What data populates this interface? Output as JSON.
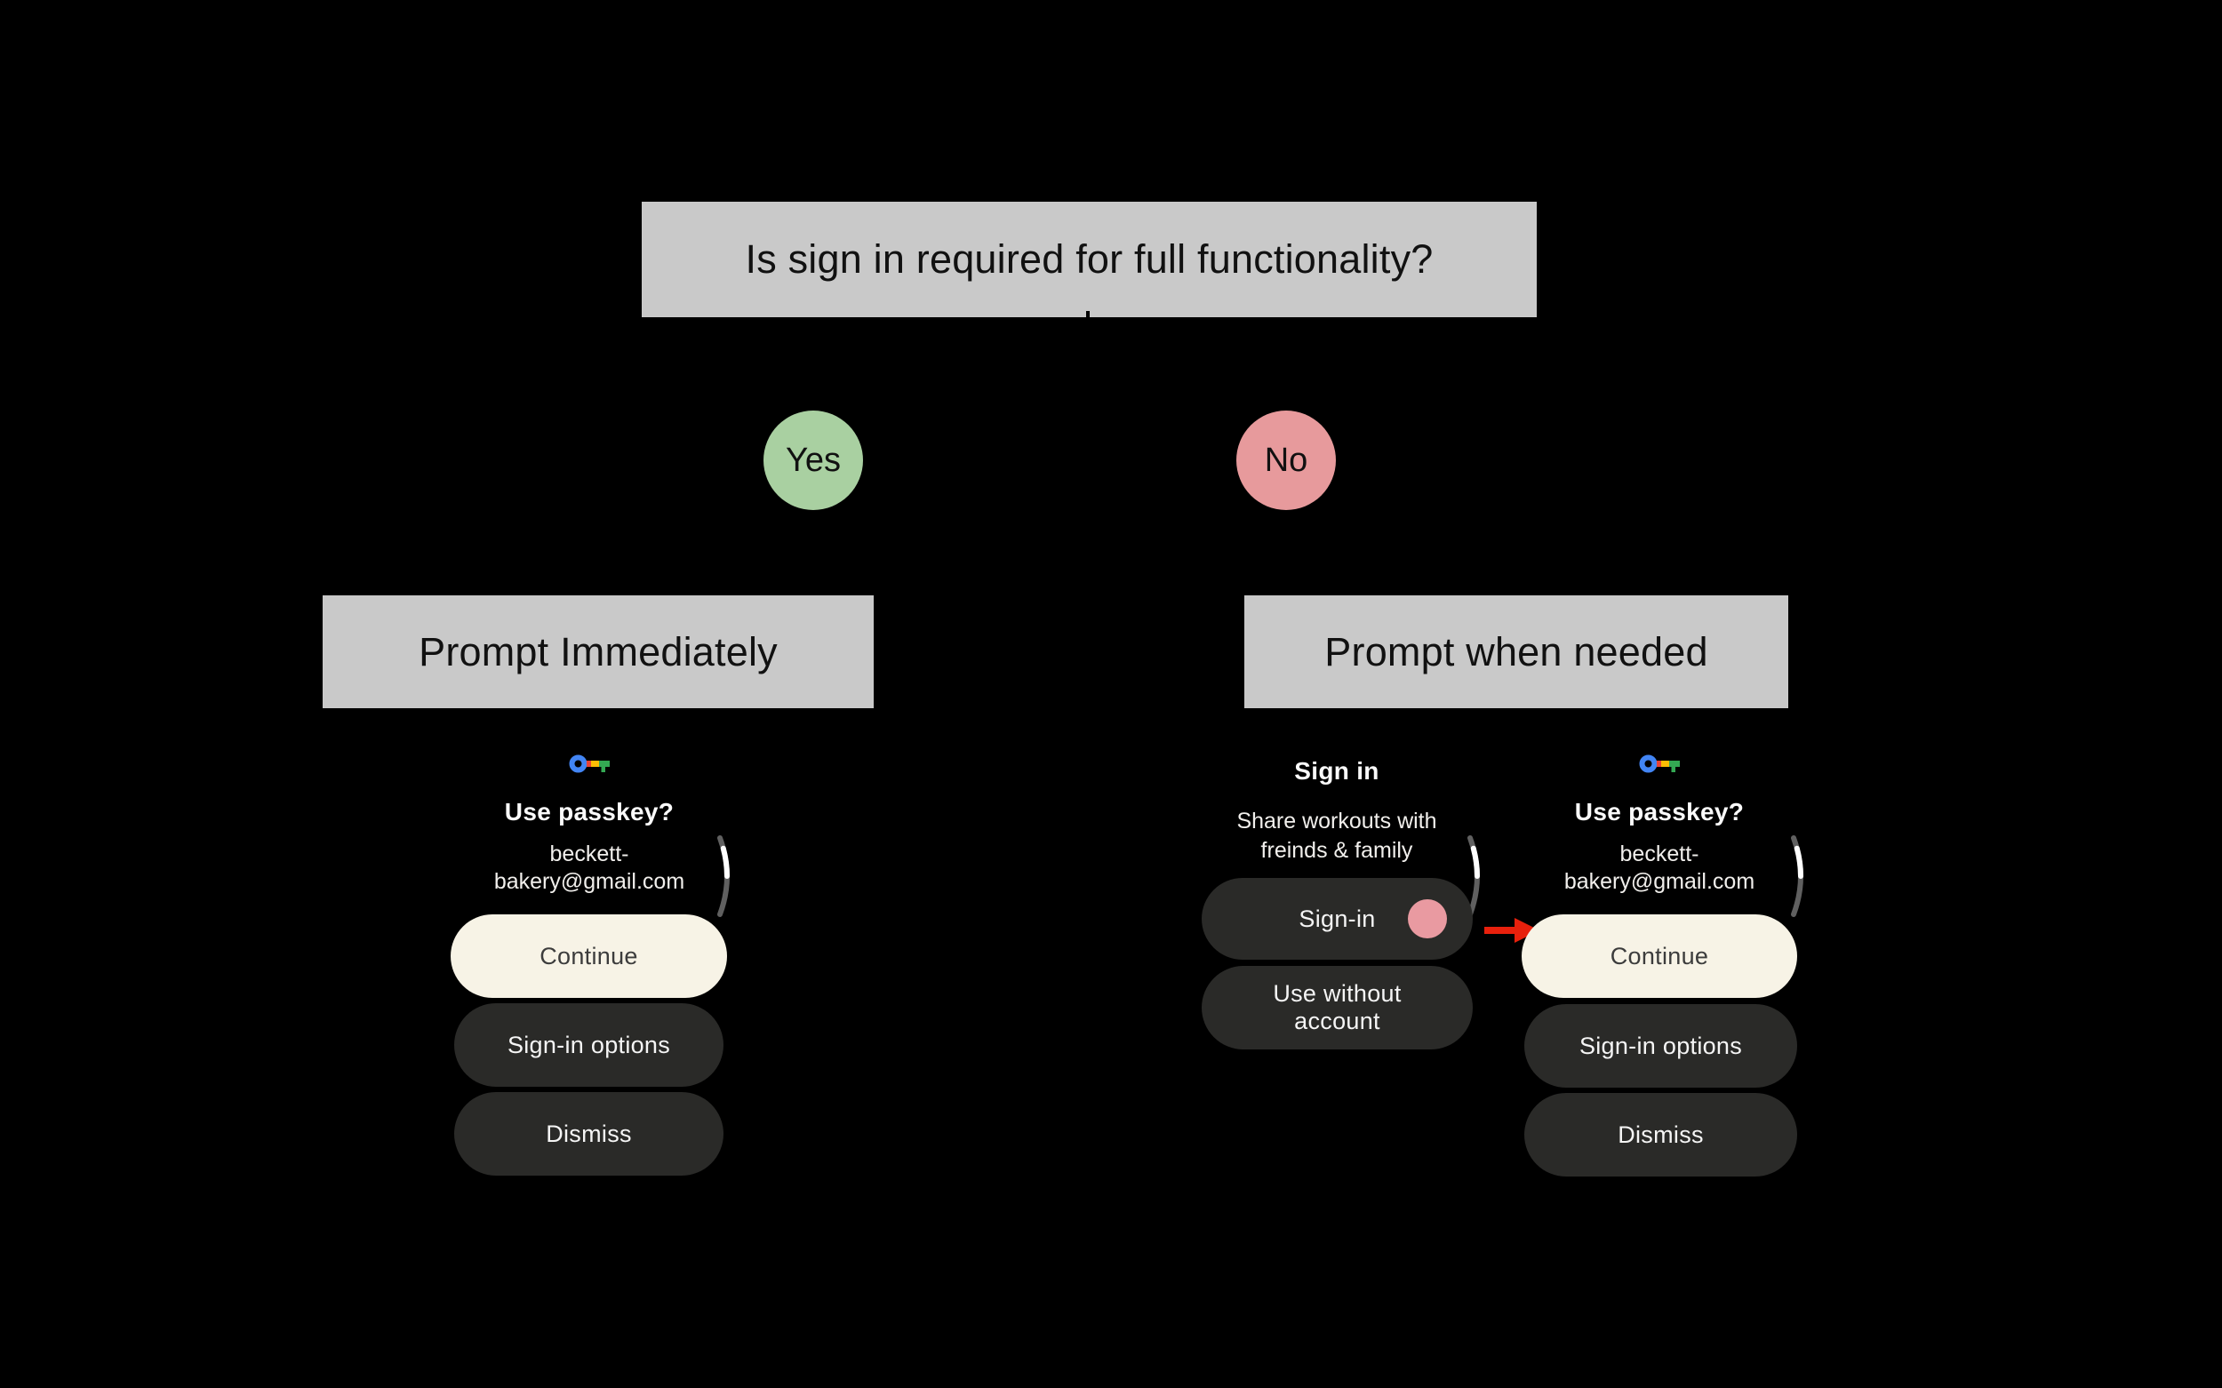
{
  "colors": {
    "background": "#000000",
    "box_gray": "#c9c9c9",
    "box_text": "#111111",
    "yes_green": "#a9d0a1",
    "no_pink": "#e79a9c",
    "tap_pink": "#e99aa1",
    "arrow_red": "#e8200c",
    "continue_bg": "#f7f3e6",
    "continue_text": "#3c3c3c",
    "pill_dark": "#2a2a28",
    "pill_text": "#f5f5f5",
    "watch_text": "#fafafa",
    "watch_subtext": "#f1efec",
    "scroll_track": "#606060",
    "scroll_thumb": "#ffffff",
    "passkey_blue": "#4285f4",
    "passkey_red": "#ea4335",
    "passkey_yellow": "#fbbc04",
    "passkey_green": "#34a853"
  },
  "flowchart": {
    "question": "Is sign in required for full functionality?",
    "yes_label": "Yes",
    "no_label": "No",
    "left_branch_title": "Prompt Immediately",
    "right_branch_title": "Prompt when needed"
  },
  "passkey_screen": {
    "title": "Use passkey?",
    "account_line1": "beckett-",
    "account_line2": "bakery@gmail.com",
    "continue_label": "Continue",
    "signin_options_label": "Sign-in options",
    "dismiss_label": "Dismiss"
  },
  "signin_screen": {
    "title": "Sign in",
    "subtitle_line1": "Share workouts with",
    "subtitle_line2": "freinds & family",
    "signin_label": "Sign-in",
    "use_without_line1": "Use without",
    "use_without_line2": "account"
  }
}
